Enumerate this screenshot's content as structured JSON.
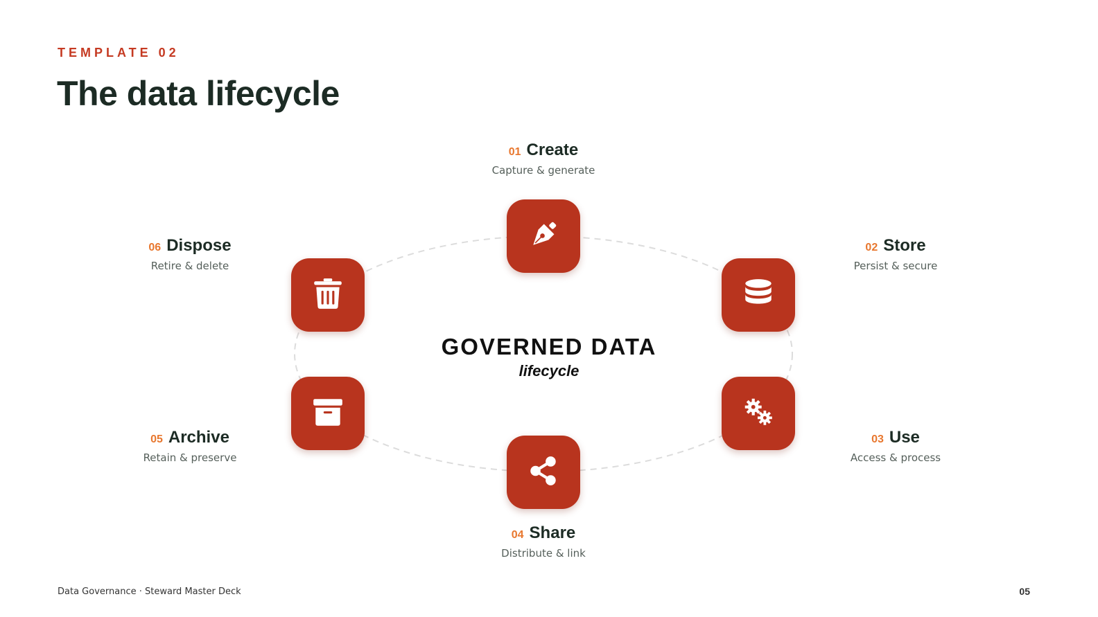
{
  "header": {
    "eyebrow": "TEMPLATE 02",
    "title": "The data lifecycle"
  },
  "center": {
    "title": "GOVERNED DATA",
    "subtitle": "lifecycle"
  },
  "colors": {
    "accent": "#b8341e",
    "number": "#e8772e",
    "eyebrow": "#c53a22"
  },
  "stages": [
    {
      "num": "01",
      "name": "Create",
      "desc": "Capture & generate",
      "icon": "pen-icon"
    },
    {
      "num": "02",
      "name": "Store",
      "desc": "Persist & secure",
      "icon": "database-icon"
    },
    {
      "num": "03",
      "name": "Use",
      "desc": "Access & process",
      "icon": "gears-icon"
    },
    {
      "num": "04",
      "name": "Share",
      "desc": "Distribute & link",
      "icon": "share-icon"
    },
    {
      "num": "05",
      "name": "Archive",
      "desc": "Retain & preserve",
      "icon": "archive-icon"
    },
    {
      "num": "06",
      "name": "Dispose",
      "desc": "Retire & delete",
      "icon": "trash-icon"
    }
  ],
  "footer": {
    "left": "Data Governance · Steward Master Deck",
    "page": "05"
  }
}
